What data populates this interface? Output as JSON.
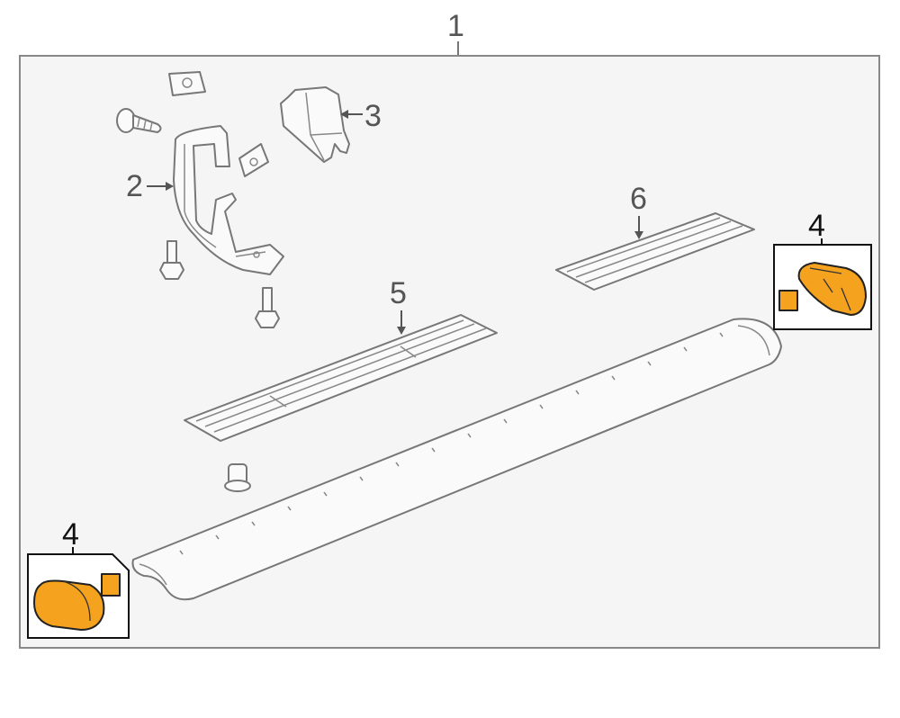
{
  "diagram": {
    "callouts": {
      "assembly": "1",
      "bracket": "2",
      "cover": "3",
      "end_cap_right": "4",
      "end_cap_left": "4",
      "step_pad_front": "5",
      "step_pad_rear": "6"
    },
    "colors": {
      "frame": "#888888",
      "highlight": "#F5A21E",
      "line": "#777777"
    }
  }
}
